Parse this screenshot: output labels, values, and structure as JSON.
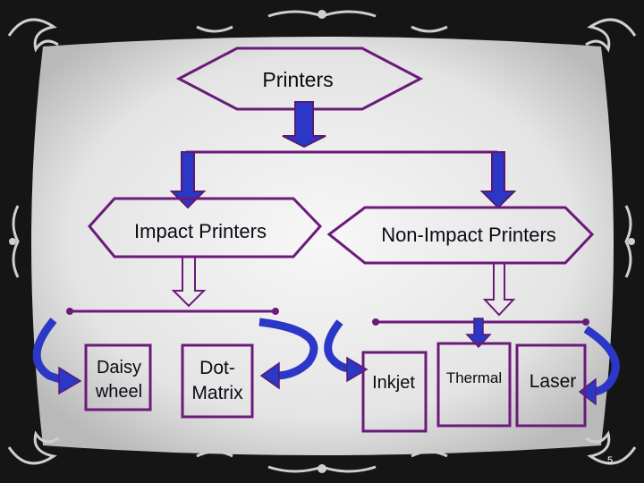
{
  "diagram": {
    "root": {
      "label": "Printers"
    },
    "categories": [
      {
        "label": "Impact Printers"
      },
      {
        "label": "Non-Impact Printers"
      }
    ],
    "impact_types": [
      {
        "lines": [
          "Daisy",
          "wheel"
        ]
      },
      {
        "lines": [
          "Dot-",
          "Matrix"
        ]
      }
    ],
    "non_impact_types": [
      {
        "label": "Inkjet"
      },
      {
        "label": "Thermal"
      },
      {
        "label": "Laser"
      }
    ]
  },
  "slide": {
    "page_number": "5"
  },
  "colors": {
    "outline": "#6b1a7a",
    "arrow_fill": "#2a37c7",
    "arrow_outline": "#5a1a6e",
    "panel": "#e9e9e9",
    "frame": "#141414",
    "ornament": "#cfcfcf"
  }
}
